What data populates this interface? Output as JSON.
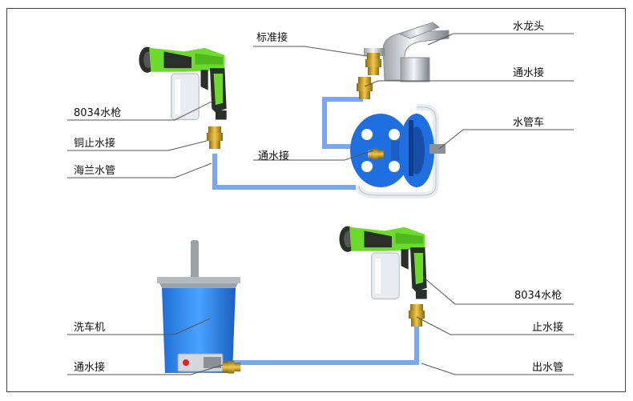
{
  "labels": {
    "faucet": "水龙头",
    "standard_connector": "标准接",
    "water_connector_right": "通水接",
    "hose_reel": "水管车",
    "gun_top": "8034水枪",
    "copper_stop_connector": "铜止水接",
    "hailan_hose": "海兰水管",
    "reel_connector": "通水接",
    "washer": "洗车机",
    "washer_connector": "通水接",
    "gun_bottom": "8034水枪",
    "stop_connector": "止水接",
    "outlet_hose": "出水管"
  },
  "colors": {
    "hose": "#7aa7f2",
    "gun_green": "#6ddb2e",
    "gun_dark": "#2a2f2a",
    "reel_blue": "#1f6fe0",
    "bucket_blue": "#2f8cf0",
    "brass": "#d9a21f",
    "leader": "#555555"
  }
}
